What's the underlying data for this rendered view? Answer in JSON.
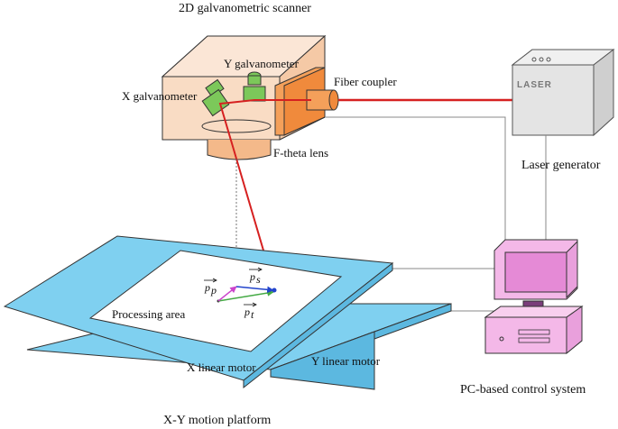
{
  "labels": {
    "title": "2D galvanometric scanner",
    "y_galvanometer": "Y galvanometer",
    "x_galvanometer": "X galvanometer",
    "fiber_coupler": "Fiber coupler",
    "f_theta_lens": "F-theta lens",
    "laser_generator": "Laser generator",
    "laser_word": "LASER",
    "processing_area": "Processing area",
    "x_linear_motor": "X linear motor",
    "y_linear_motor": "Y linear motor",
    "pc_control": "PC-based control system",
    "platform": "X-Y motion platform"
  },
  "vectors": {
    "pp_base": "p",
    "pp_sub": "p",
    "ps_base": "p",
    "ps_sub": "s",
    "pt_base": "p",
    "pt_sub": "t"
  },
  "colors": {
    "laser_beam": "#d62020",
    "housing": "#f9dcc4",
    "housing_dark": "#f4b98a",
    "galvo_green": "#7cc85a",
    "coupler_orange": "#f4a05a",
    "platform_blue": "#7fd0f0",
    "pc_pink": "#f4b8e8",
    "vector_green": "#44aa44",
    "vector_purple": "#cc44cc",
    "vector_blue": "#2244cc"
  }
}
